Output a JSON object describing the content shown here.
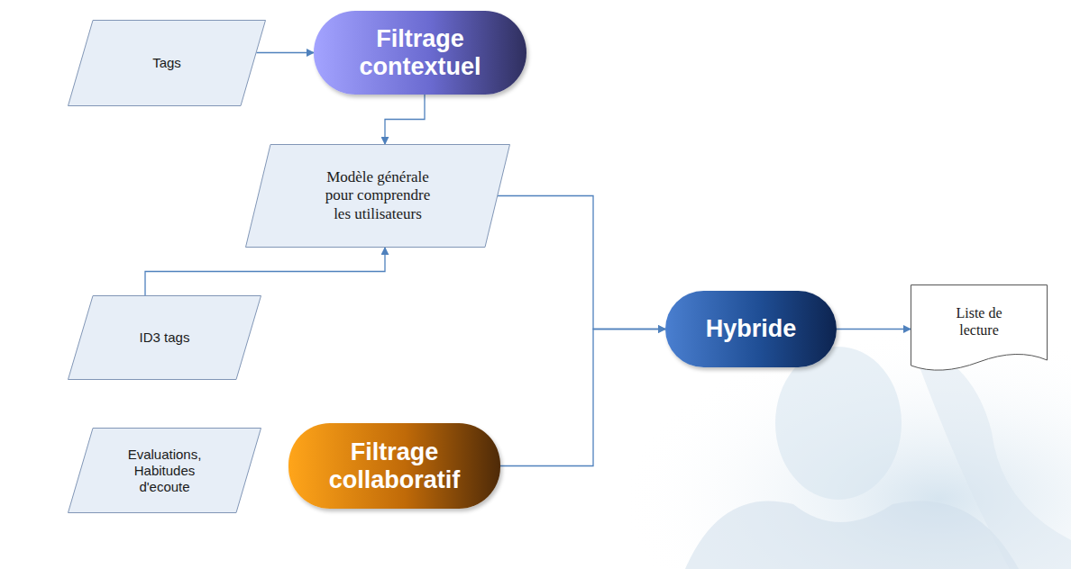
{
  "diagram": {
    "nodes": [
      {
        "text": [
          "Tags"
        ]
      },
      {
        "text": [
          "Filtrage contextuel"
        ]
      },
      {
        "text": [
          "Modèle générale pour comprendre les utilisateurs"
        ]
      },
      {
        "text": [
          "ID3 tags"
        ]
      },
      {
        "text": [
          "Evaluations, Habitudes d'ecoute"
        ]
      },
      {
        "text": [
          "Filtrage collaboratif"
        ]
      },
      {
        "text": [
          "Hybride"
        ]
      },
      {
        "text": [
          "Liste de lecture"
        ]
      }
    ],
    "edges": [
      {
        "from": 0,
        "to": 1,
        "arrow": "to"
      },
      {
        "from": 1,
        "to": 2,
        "arrow": "to"
      },
      {
        "from": 3,
        "to": 2,
        "arrow": "to"
      },
      {
        "from": 2,
        "to": 6,
        "arrow": "to"
      },
      {
        "from": 5,
        "to": 6,
        "arrow": "to"
      },
      {
        "from": 6,
        "to": 7,
        "arrow": "to"
      }
    ]
  }
}
